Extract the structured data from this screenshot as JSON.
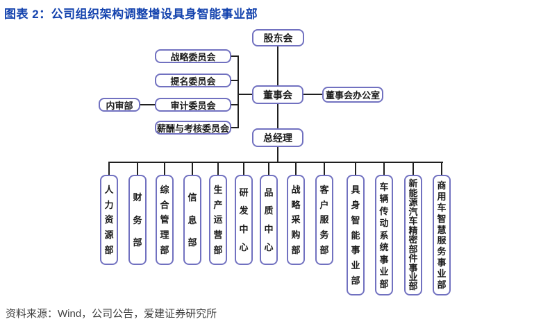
{
  "title": "图表 2：公司组织架构调整增设具身智能事业部",
  "source": "资料来源：Wind，公司公告，爱建证券研究所",
  "colors": {
    "title_text": "#1443ae",
    "box_border": "#7171c0",
    "connector_line": "#1f1f1f",
    "box_text": "#1a1a1a",
    "source_text": "#3f3f3f",
    "background": "#ffffff"
  },
  "chart": {
    "nodes": {
      "shareholders": "股东会",
      "board": "董事会",
      "board_office": "董事会办公室",
      "general_manager": "总经理"
    },
    "committees": [
      "战略委员会",
      "提名委员会",
      "审计委员会",
      "薪酬与考核委员会"
    ],
    "internal_audit": "内审部",
    "departments": [
      "人力资源部",
      "财务部",
      "综合管理部",
      "信息部",
      "生产运营部",
      "研发中心",
      "品质中心",
      "战略采购部",
      "客户服务部",
      "具身智能事业部",
      "车辆传动系统事业部",
      "新能源汽车精密部件事业部",
      "商用车智慧服务事业部"
    ]
  }
}
